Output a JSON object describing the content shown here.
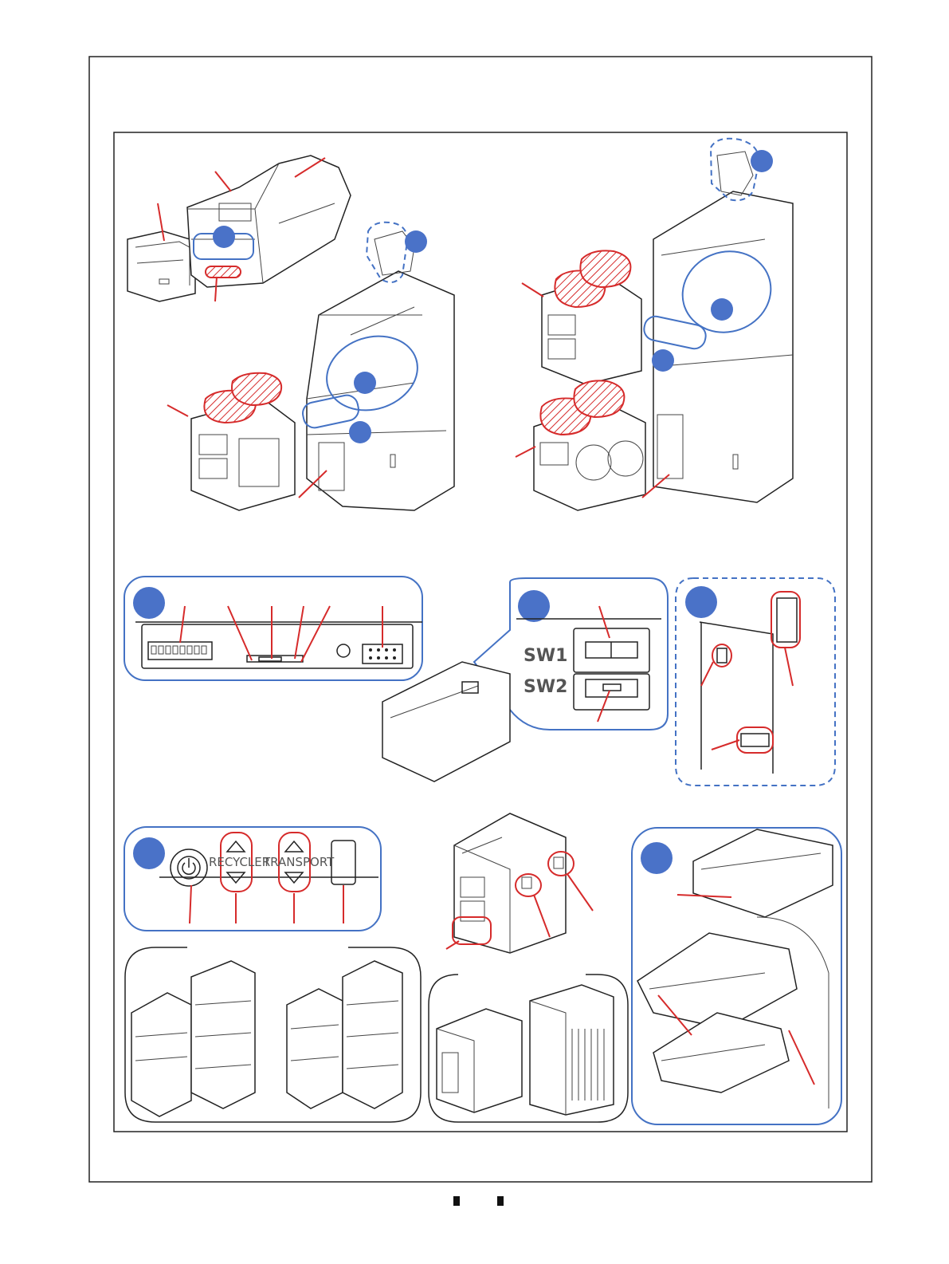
{
  "switch_panel": {
    "sw1": "SW1",
    "sw2": "SW2"
  },
  "button_panel": {
    "recycler_label": "RECYCLER",
    "transport_label": "TRANSPORT"
  },
  "colors": {
    "callout_red": "#d62b2b",
    "highlight_blue": "#4472c4",
    "badge_blue": "#4a72c8",
    "line": "#222222"
  },
  "icons": [
    "power-icon",
    "up-arrow-icon",
    "down-arrow-icon"
  ]
}
